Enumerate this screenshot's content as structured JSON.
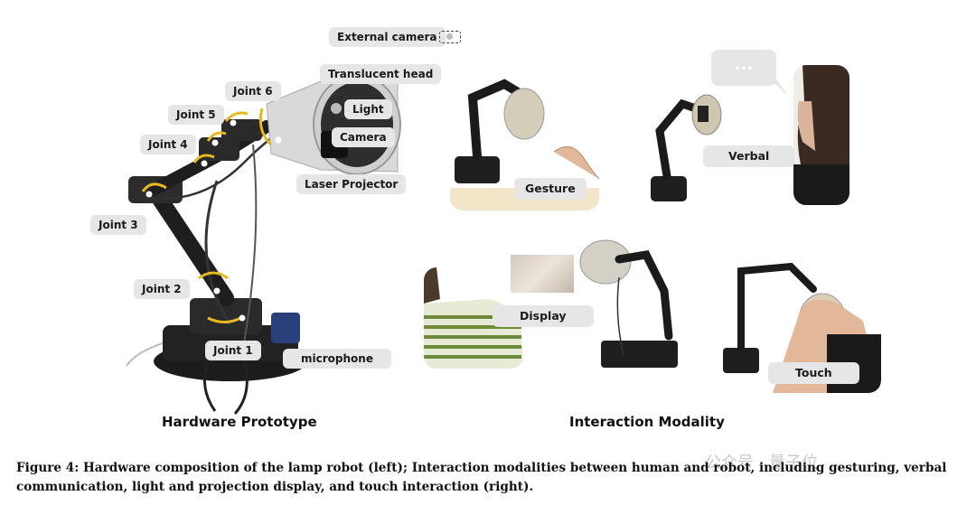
{
  "figure": {
    "left_panel_title": "Hardware Prototype",
    "right_panel_title": "Interaction Modality",
    "labels": {
      "external_camera": "External camera",
      "translucent_head": "Translucent head",
      "light": "Light",
      "camera": "Camera",
      "laser_projector": "Laser Projector",
      "joint6": "Joint 6",
      "joint5": "Joint 5",
      "joint4": "Joint 4",
      "joint3": "Joint 3",
      "joint2": "Joint 2",
      "joint1": "Joint 1",
      "microphone": "microphone"
    },
    "modalities": {
      "gesture": "Gesture",
      "verbal": "Verbal",
      "display": "Display",
      "touch": "Touch",
      "speech_bubble": "..."
    },
    "caption_label": "Figure 4:",
    "caption_text": " Hardware composition of the lamp robot (left); Interaction modalities between human and robot, including gesturing, verbal communication, light and projection display, and touch interaction (right).",
    "watermark": "公众号 · 量子位"
  }
}
